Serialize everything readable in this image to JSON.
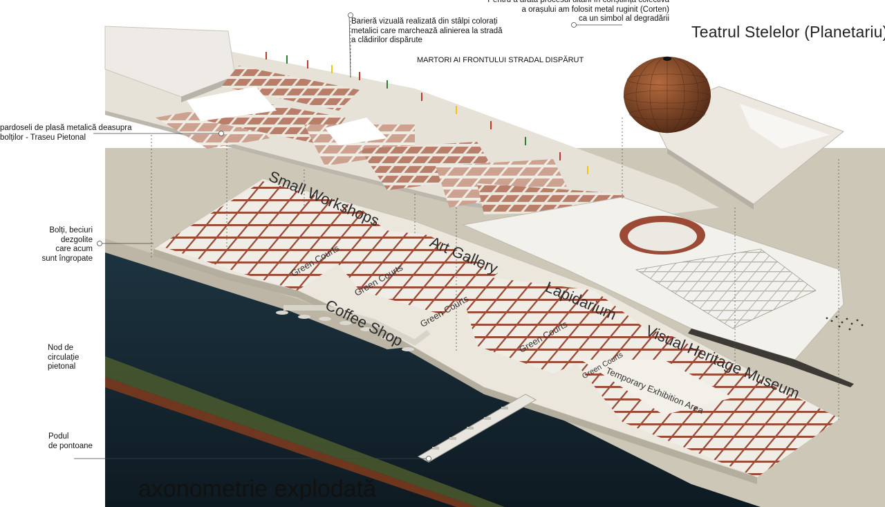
{
  "title": "axonometrie explodată",
  "planetarium_title": "Teatrul Stelelor (Planetariu)",
  "top_caption": "MARTORI AI FRONTULUI STRADAL DISPĂRUT",
  "annotations": {
    "corten": "Pentru a arăta procesul uitării în conștiința colectivă\na orașului am folosit metal ruginit (Corten)\nca un simbol al degradării",
    "barrier": "Barieră vizuală realizată din stâlpi colorați\nmetalici care marchează alinierea la stradă\na clădirilor dispărute",
    "floor": "pardoseli de plasă metalică deasupra\nbolților - Traseu Pietonal",
    "vaults": "Bolți, beciuri\ndezgolite\ncare acum\nsunt îngropate",
    "node": "Nod de\ncirculație\npietonal",
    "bridge": "Podul\nde pontoane"
  },
  "zones": {
    "small_workshops": "Small Workshops",
    "art_gallery": "Art Gallery",
    "lapidarium": "Lapidarium",
    "visual_heritage": "Visual Heritage Museum",
    "coffee_shop": "Coffee Shop",
    "temporary_exhibition": "Temporary Exhibition Area",
    "green_courts_1": "Green Courts",
    "green_courts_2": "Green Courts",
    "green_courts_3": "Green Courts",
    "green_courts_4": "Green Courts",
    "green_courts_5": "Green Courts"
  },
  "colors": {
    "ground": "#cdc7b8",
    "water": "#14232c",
    "brick": "#9b4a35",
    "platform": "#ece8de",
    "dome": "#7a4326"
  }
}
